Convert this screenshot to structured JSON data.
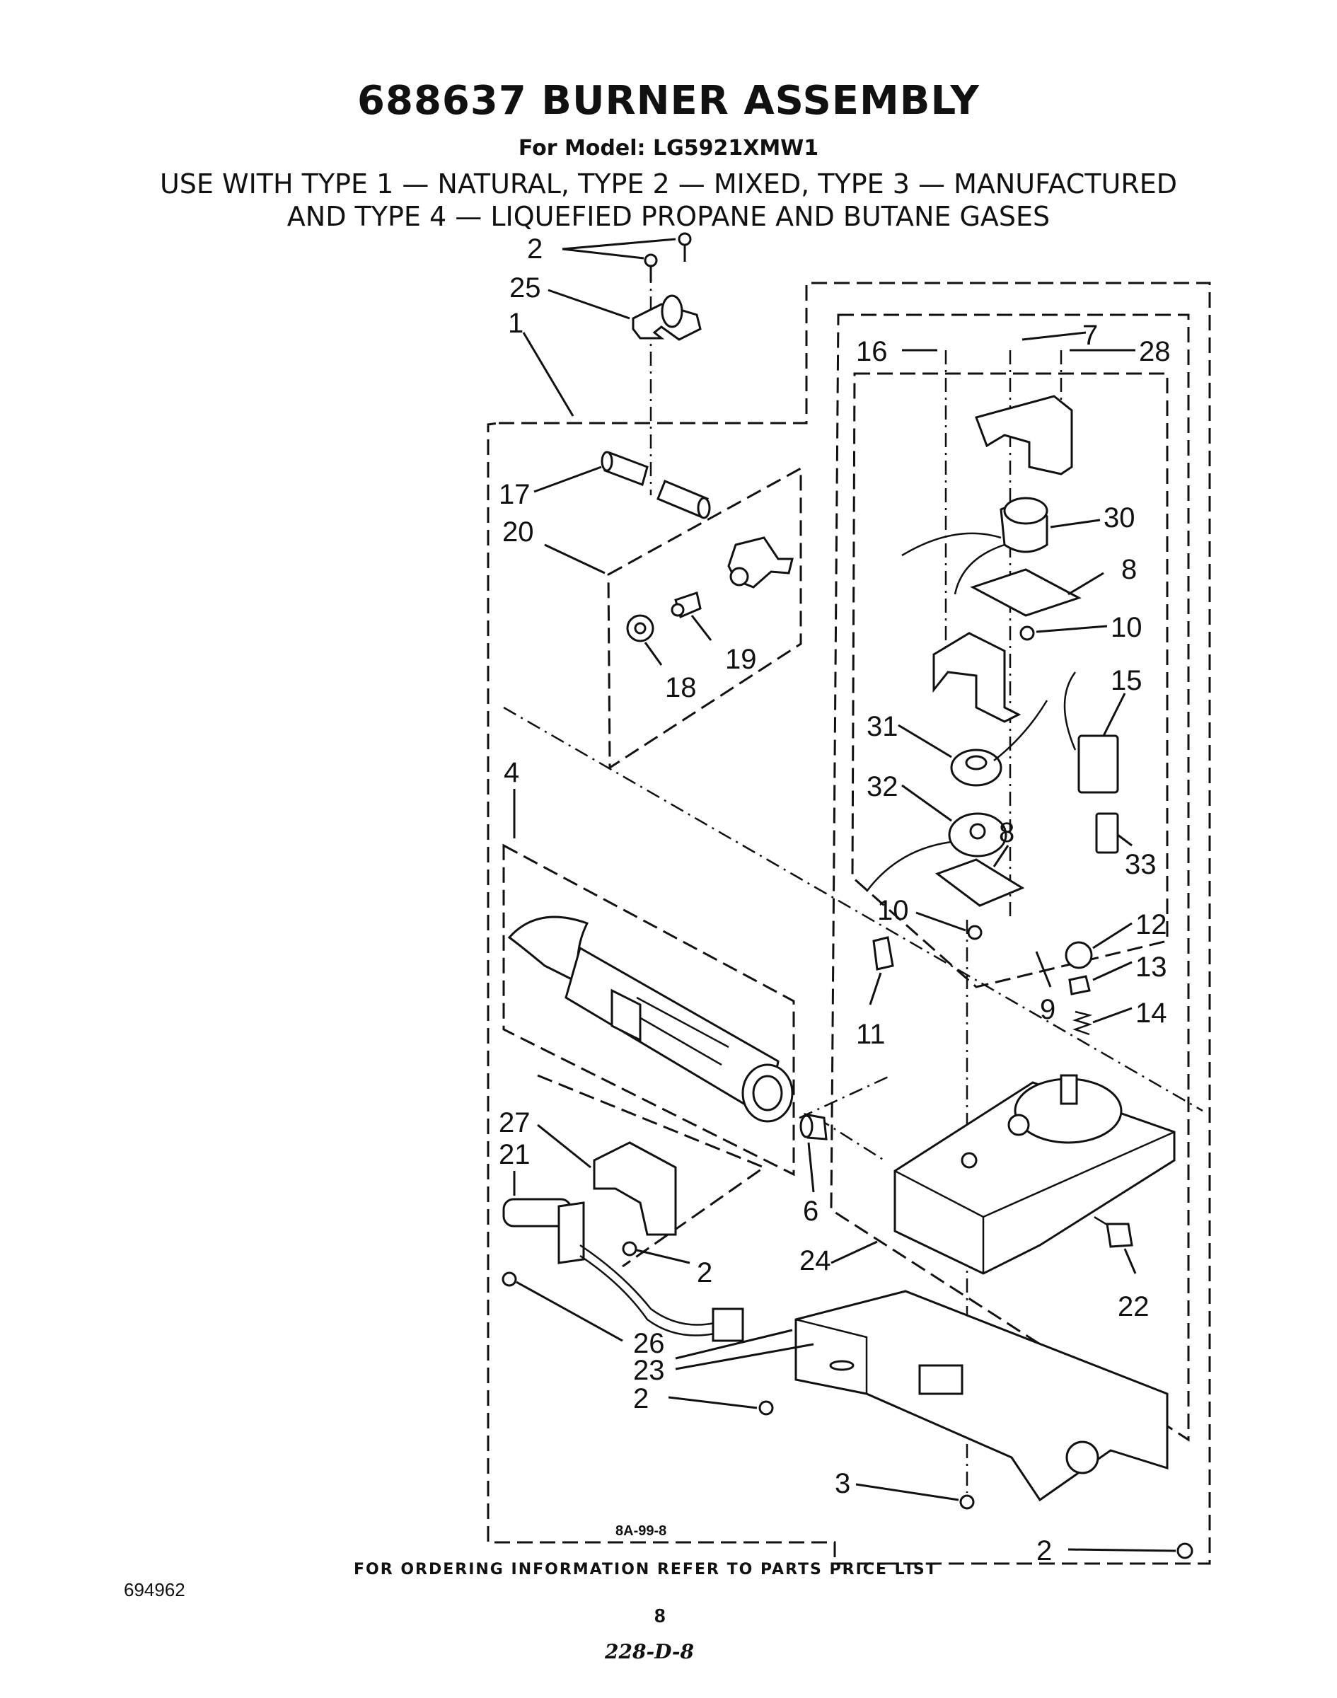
{
  "header": {
    "title": "688637 BURNER ASSEMBLY",
    "model": "For Model: LG5921XMW1",
    "use_line1": "USE WITH TYPE 1 — NATURAL, TYPE 2 — MIXED, TYPE 3 — MANUFACTURED",
    "use_line2": "AND TYPE 4 — LIQUEFIED PROPANE AND BUTANE GASES"
  },
  "diagram": {
    "drawing_code": "8A-99-8",
    "callouts": {
      "c1": "1",
      "c2a": "2",
      "c2b": "2",
      "c2c": "2",
      "c2d": "2",
      "c3": "3",
      "c4": "4",
      "c6": "6",
      "c7": "7",
      "c8a": "8",
      "c8b": "8",
      "c9": "9",
      "c10a": "10",
      "c10b": "10",
      "c11": "11",
      "c12": "12",
      "c13": "13",
      "c14": "14",
      "c15": "15",
      "c16": "16",
      "c17": "17",
      "c18": "18",
      "c19": "19",
      "c20": "20",
      "c21": "21",
      "c22": "22",
      "c23": "23",
      "c24": "24",
      "c25": "25",
      "c26": "26",
      "c27": "27",
      "c28": "28",
      "c30": "30",
      "c31": "31",
      "c32": "32",
      "c33": "33"
    }
  },
  "footer": {
    "ordering_info": "FOR ORDERING INFORMATION REFER TO PARTS PRICE LIST",
    "doc_number": "694962",
    "page_number": "8",
    "handwritten_code": "228-D-8"
  }
}
